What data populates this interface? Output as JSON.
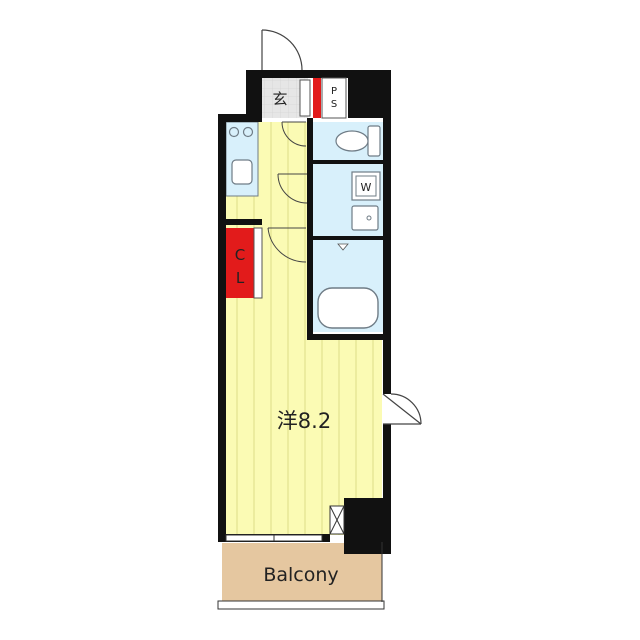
{
  "plan": {
    "rooms": {
      "main_room": "洋8.2",
      "entrance": "玄",
      "pipe_space": "PS",
      "closet": "CL",
      "balcony": "Balcony",
      "washer": "W"
    },
    "colors": {
      "wall": "#111111",
      "floor_wood": "#fbfbb4",
      "floor_line": "#dede88",
      "wet_area": "#d8f0fb",
      "wet_area_line": "#8fb4c8",
      "closet": "#e21b1b",
      "balcony": "#e5c7a0",
      "entrance_tile": "#e6e6e6",
      "fixture_fill": "#dff3fb",
      "fixture_stroke": "#6f7c86"
    },
    "icons": [
      "door-swing-icon",
      "toilet-icon",
      "washing-machine-icon",
      "sink-icon",
      "bathtub-icon",
      "stove-icon",
      "kitchen-sink-icon",
      "window-icon",
      "shoe-cabinet-icon"
    ]
  }
}
